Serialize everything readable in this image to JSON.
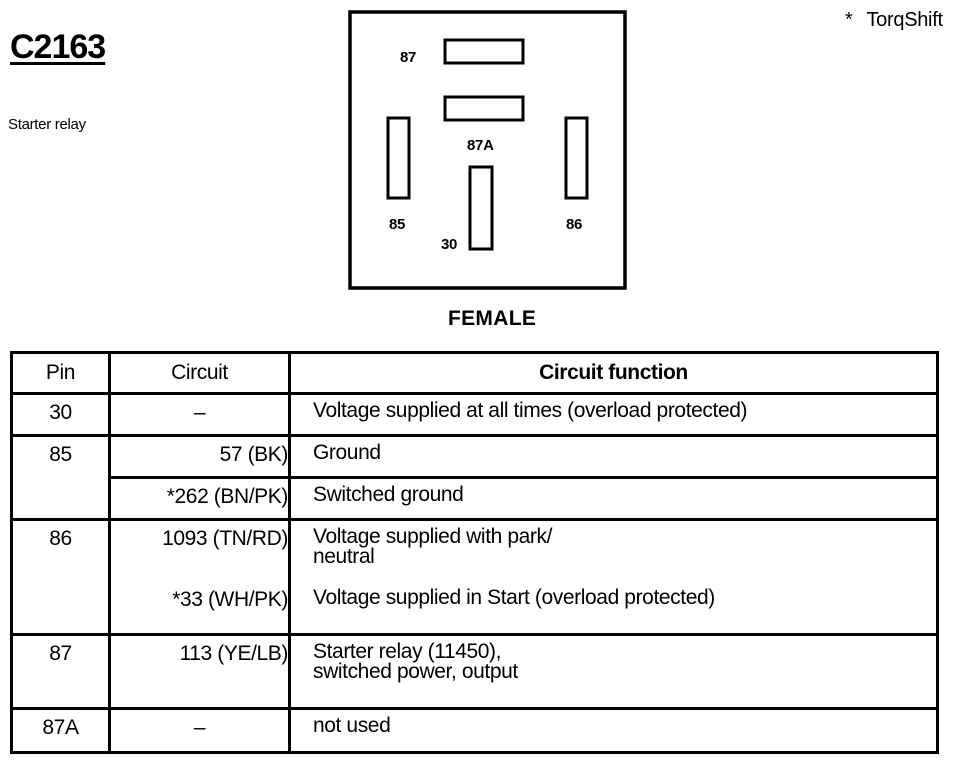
{
  "connector": {
    "id": "C2163",
    "description": "Starter relay",
    "note": {
      "marker": "*",
      "text": "TorqShift"
    }
  },
  "face_view": {
    "label": "FEMALE",
    "terminals": {
      "t87": "87",
      "t87A": "87A",
      "t85": "85",
      "t86": "86",
      "t30": "30"
    }
  },
  "table": {
    "headers": {
      "pin": "Pin",
      "circuit": "Circuit",
      "function": "Circuit function"
    },
    "rows": [
      {
        "pin": "30",
        "circuit": "–",
        "function": "Voltage supplied at all times (overload protected)"
      },
      {
        "pin": "85",
        "circuit": "57 (BK)",
        "function": "Ground"
      },
      {
        "pin": "",
        "circuit": "*262 (BN/PK)",
        "function": "Switched ground"
      },
      {
        "pin": "86",
        "circuit": "1093 (TN/RD)",
        "function": "Voltage supplied with park/\nneutral"
      },
      {
        "pin": "",
        "circuit": "*33 (WH/PK)",
        "function": "Voltage supplied in Start (overload protected)"
      },
      {
        "pin": "87",
        "circuit": "113 (YE/LB)",
        "function": "Starter relay (11450),\nswitched power, output"
      },
      {
        "pin": "87A",
        "circuit": "–",
        "function": "not used"
      }
    ]
  }
}
